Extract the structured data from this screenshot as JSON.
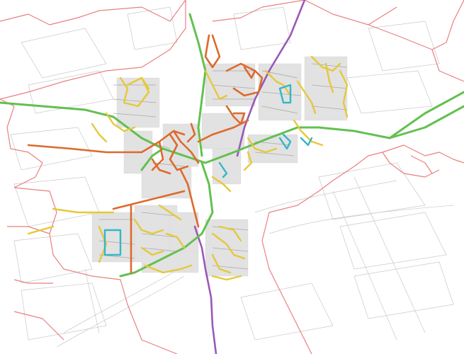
{
  "map": {
    "description_visible_text": [],
    "colors": {
      "background": "#ffffff",
      "parish_boundary": "#e8817f",
      "primary_route": "#63c04f",
      "secondary_route": "#dd6a2c",
      "tertiary_route": "#e6c83a",
      "special_route": "#33b7c8",
      "purple_route": "#9b59b6",
      "street_grey": "#a9a9a9",
      "field_grey": "#c8c8c8",
      "building_fill": "#e2e2e2"
    },
    "legend_categories": [
      {
        "id": "primary",
        "color": "#63c04f"
      },
      {
        "id": "secondary",
        "color": "#dd6a2c"
      },
      {
        "id": "tertiary",
        "color": "#e6c83a"
      },
      {
        "id": "special",
        "color": "#33b7c8"
      },
      {
        "id": "purple",
        "color": "#9b59b6"
      },
      {
        "id": "boundary",
        "color": "#e8817f"
      }
    ]
  }
}
